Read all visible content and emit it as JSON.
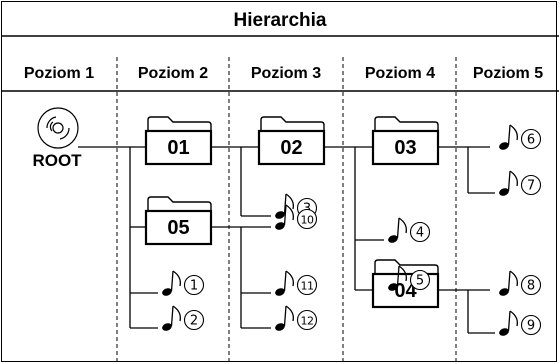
{
  "title": "Hierarchia",
  "levels": [
    "Poziom 1",
    "Poziom 2",
    "Poziom 3",
    "Poziom 4",
    "Poziom 5"
  ],
  "root_label": "ROOT",
  "folders": [
    {
      "id": "f01",
      "label": "01"
    },
    {
      "id": "f02",
      "label": "02"
    },
    {
      "id": "f03",
      "label": "03"
    },
    {
      "id": "f04",
      "label": "04"
    },
    {
      "id": "f05",
      "label": "05"
    }
  ],
  "tracks": [
    {
      "id": "t1",
      "number": "1"
    },
    {
      "id": "t2",
      "number": "2"
    },
    {
      "id": "t3",
      "number": "3"
    },
    {
      "id": "t4",
      "number": "4"
    },
    {
      "id": "t5",
      "number": "5"
    },
    {
      "id": "t6",
      "number": "6"
    },
    {
      "id": "t7",
      "number": "7"
    },
    {
      "id": "t8",
      "number": "8"
    },
    {
      "id": "t9",
      "number": "9"
    },
    {
      "id": "t10",
      "number": "10"
    },
    {
      "id": "t11",
      "number": "11"
    },
    {
      "id": "t12",
      "number": "12"
    }
  ]
}
